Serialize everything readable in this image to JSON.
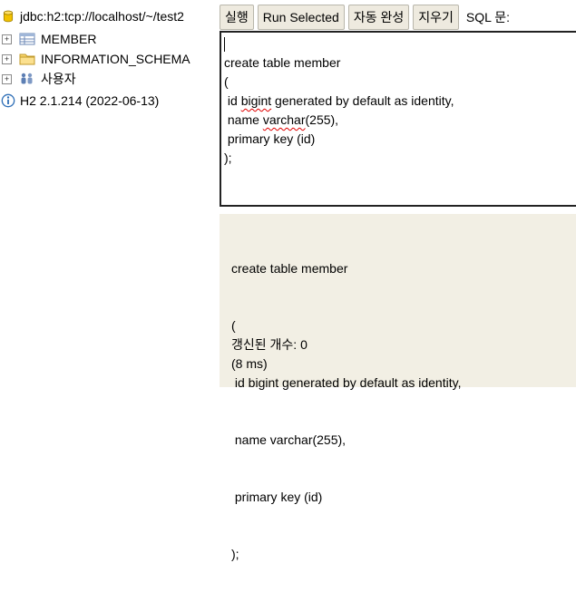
{
  "tree": {
    "connection": "jdbc:h2:tcp://localhost/~/test2",
    "items": [
      {
        "expander": "+",
        "label": "MEMBER",
        "icon": "table-icon"
      },
      {
        "expander": "+",
        "label": "INFORMATION_SCHEMA",
        "icon": "folder-icon"
      },
      {
        "expander": "+",
        "label": "사용자",
        "icon": "users-icon"
      }
    ],
    "version": "H2 2.1.214 (2022-06-13)"
  },
  "toolbar": {
    "run_label": "실행",
    "run_selected_label": "Run Selected",
    "autocomplete_label": "자동 완성",
    "clear_label": "지우기",
    "sql_label": "SQL 문:"
  },
  "editor": {
    "lines": [
      "",
      "create table member",
      "(",
      " id bigint generated by default as identity,",
      " name varchar(255),",
      " primary key (id)",
      ");"
    ]
  },
  "result": {
    "sql_lines": [
      "create table member",
      "(",
      " id bigint generated by default as identity,",
      " name varchar(255),",
      " primary key (id)",
      ");"
    ],
    "status": "갱신된 개수: 0",
    "time": "(8 ms)"
  },
  "colors": {
    "result_bg": "#f2efe4",
    "button_bg": "#eeeadf",
    "spell_underline": "#e00000"
  }
}
